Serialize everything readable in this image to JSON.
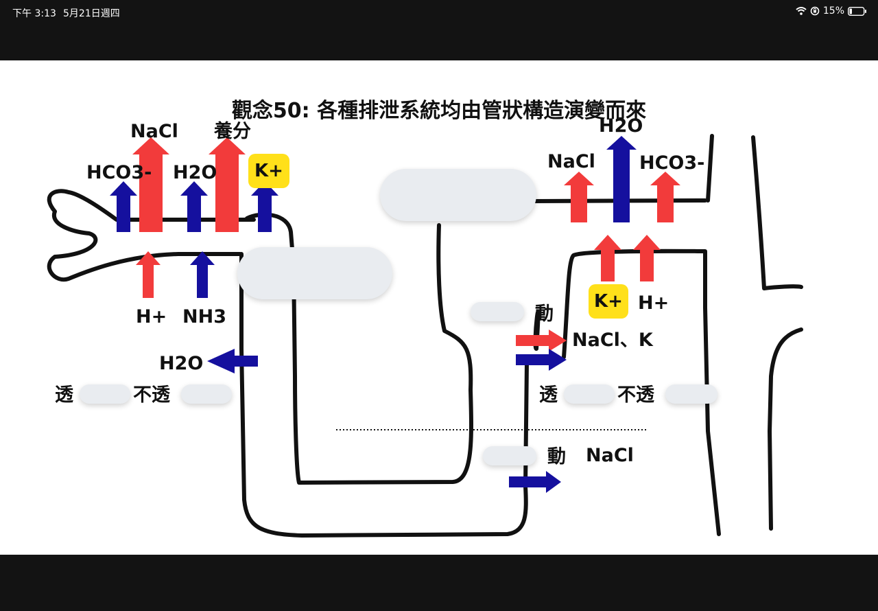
{
  "status_bar": {
    "time": "下午 3:13",
    "date": "5月21日週四",
    "battery": "15%",
    "icons": [
      "wifi-icon",
      "orientation-lock-icon",
      "battery-icon"
    ]
  },
  "diagram": {
    "title": "觀念50: 各種排泄系統均由管狀構造演變而來",
    "proximal": {
      "top_labels": [
        "NaCl",
        "養分",
        "HCO3-",
        "H2O",
        "K+"
      ],
      "bottom_labels": [
        "H+",
        "NH3"
      ],
      "descending_water": "H2O",
      "perm_left": "透",
      "perm_right": "不透"
    },
    "distal": {
      "top_labels": [
        "H2O",
        "NaCl",
        "HCO3-"
      ],
      "secretion_labels": [
        "K+",
        "H+"
      ],
      "active_suffix": "動",
      "ascending_ions": "NaCl、K",
      "perm_left": "透",
      "perm_right": "不透",
      "active_suffix_2": "動",
      "lower_ion": "NaCl"
    },
    "colors": {
      "red": "#f23b3b",
      "blue": "#15109e",
      "yellow": "#ffe01a",
      "blank": "#e9ecf0"
    }
  }
}
